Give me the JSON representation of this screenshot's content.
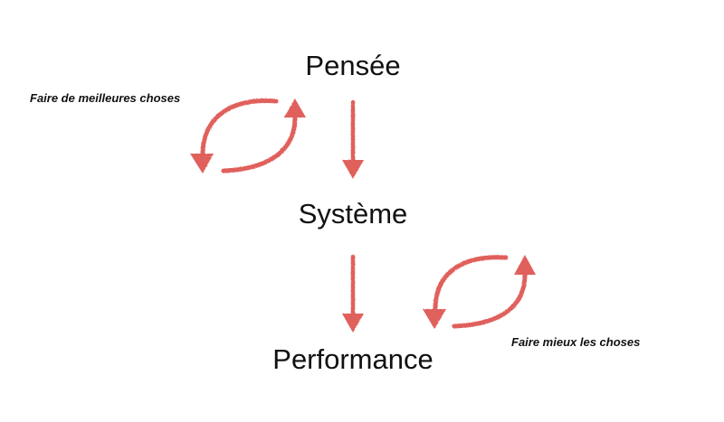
{
  "nodes": {
    "top": "Pensée",
    "middle": "Système",
    "bottom": "Performance"
  },
  "annotations": {
    "upper_loop": "Faire de meilleures choses",
    "lower_loop": "Faire mieux les choses"
  },
  "colors": {
    "arrow": "#e0605c",
    "text": "#111111"
  }
}
